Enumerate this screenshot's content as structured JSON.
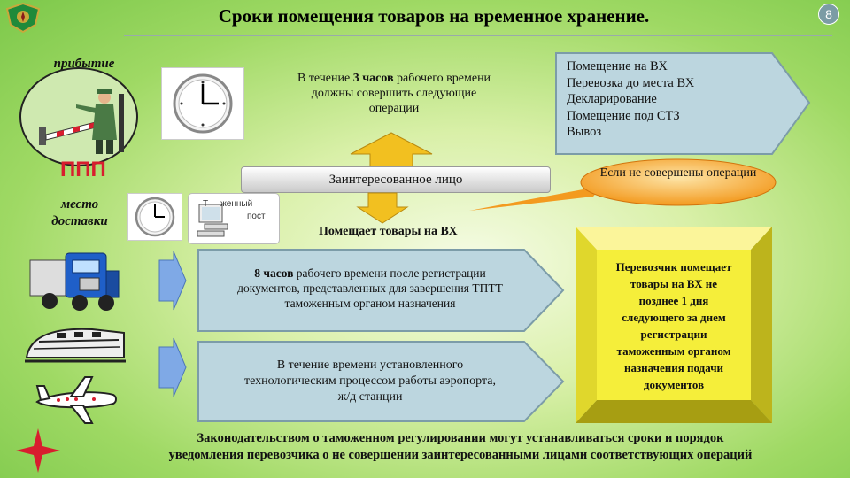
{
  "header": {
    "title": "Сроки помещения товаров на временное хранение.",
    "page_number": "8"
  },
  "left": {
    "arrival_label": "прибытие",
    "ppp_label": "ППП",
    "destination_label_line1": "место",
    "destination_label_line2": "доставки"
  },
  "top_text": {
    "pre": "В течение ",
    "bold": "3 часов",
    "post_line1": " рабочего времени",
    "line2": "должны совершить следующие",
    "line3": "операции"
  },
  "operations": [
    "Помещение на ВХ",
    "Перевозка до места ВХ",
    "Декларирование",
    "Помещение под СТЗ",
    "Вывоз"
  ],
  "interested_party": "Заинтересованное лицо",
  "customs_post": {
    "line1_visible": "Т",
    "line1_rest": "женный",
    "line2": "пост"
  },
  "not_completed_bubble": "Если не совершены операции",
  "places_goods": "Помещает товары на ВХ",
  "eight_hours": {
    "bold": "8 часов",
    "line1_rest": " рабочего времени после регистрации",
    "line2": "документов, представленных для завершения ТПТТ",
    "line3": "таможенным органом назначения"
  },
  "airport_text": {
    "line1": "В течение времени установленного",
    "line2": "технологическим процессом работы аэропорта,",
    "line3": "ж/д станции"
  },
  "carrier_box": {
    "lines": [
      "Перевозчик помещает",
      "товары на ВХ не",
      "позднее 1 дня",
      "следующего за днем",
      "регистрации",
      "таможенным органом",
      "назначения подачи",
      "документов"
    ]
  },
  "footer": {
    "line1": "Законодательством о таможенном регулировании могут устанавливаться сроки и порядок",
    "line2": "уведомления перевозчика о не совершении заинтересованными лицами соответствующих операций"
  },
  "colors": {
    "accent_red": "#d81d2e",
    "box_blue": "#bcd6df",
    "bubble_orange": "#f39a1f",
    "yellow": "#f5ee3a",
    "arrow_yellow": "#f2c020"
  },
  "icons": [
    "emblem-icon",
    "clock-icon",
    "border-guard-icon",
    "computer-icon",
    "truck-icon",
    "train-icon",
    "airplane-icon",
    "red-star-icon"
  ]
}
